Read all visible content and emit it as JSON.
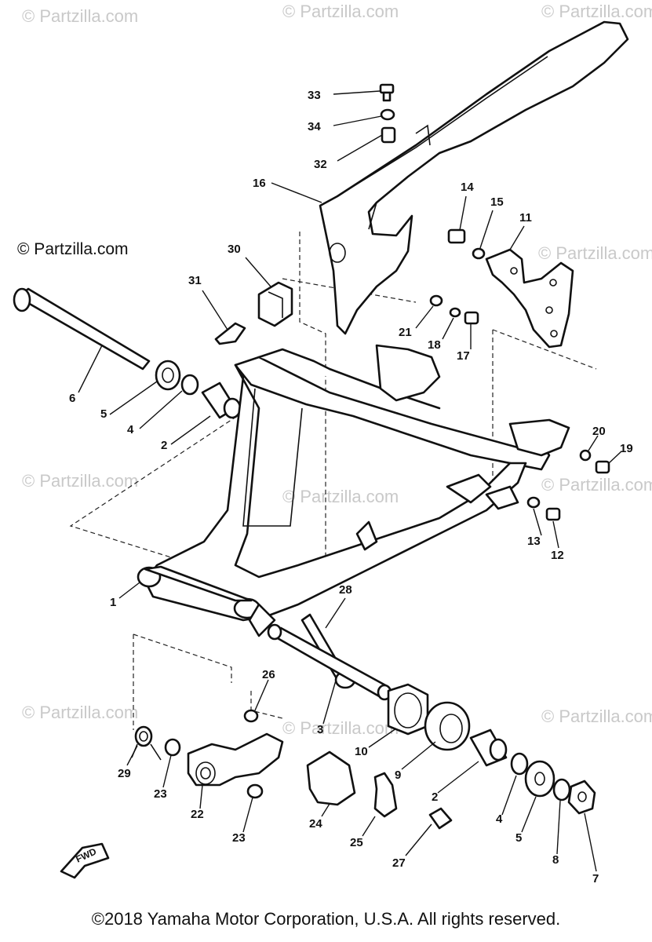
{
  "watermark": {
    "text": "© Partzilla.com",
    "header_text": "© Partzilla.com"
  },
  "fwd_label": "FWD",
  "footer": "©2018  Yamaha Motor Corporation, U.S.A. All rights reserved.",
  "callouts": [
    {
      "id": "1",
      "text": "1"
    },
    {
      "id": "2a",
      "text": "2"
    },
    {
      "id": "2b",
      "text": "2"
    },
    {
      "id": "3",
      "text": "3"
    },
    {
      "id": "4a",
      "text": "4"
    },
    {
      "id": "4b",
      "text": "4"
    },
    {
      "id": "5a",
      "text": "5"
    },
    {
      "id": "5b",
      "text": "5"
    },
    {
      "id": "6",
      "text": "6"
    },
    {
      "id": "7",
      "text": "7"
    },
    {
      "id": "8",
      "text": "8"
    },
    {
      "id": "9",
      "text": "9"
    },
    {
      "id": "10",
      "text": "10"
    },
    {
      "id": "11",
      "text": "11"
    },
    {
      "id": "12",
      "text": "12"
    },
    {
      "id": "13",
      "text": "13"
    },
    {
      "id": "14",
      "text": "14"
    },
    {
      "id": "15",
      "text": "15"
    },
    {
      "id": "16",
      "text": "16"
    },
    {
      "id": "17",
      "text": "17"
    },
    {
      "id": "18",
      "text": "18"
    },
    {
      "id": "19",
      "text": "19"
    },
    {
      "id": "20",
      "text": "20"
    },
    {
      "id": "21",
      "text": "21"
    },
    {
      "id": "22",
      "text": "22"
    },
    {
      "id": "23a",
      "text": "23"
    },
    {
      "id": "23b",
      "text": "23"
    },
    {
      "id": "24",
      "text": "24"
    },
    {
      "id": "25",
      "text": "25"
    },
    {
      "id": "26",
      "text": "26"
    },
    {
      "id": "27",
      "text": "27"
    },
    {
      "id": "28",
      "text": "28"
    },
    {
      "id": "29",
      "text": "29"
    },
    {
      "id": "30",
      "text": "30"
    },
    {
      "id": "31",
      "text": "31"
    },
    {
      "id": "32",
      "text": "32"
    },
    {
      "id": "33",
      "text": "33"
    },
    {
      "id": "34",
      "text": "34"
    }
  ]
}
